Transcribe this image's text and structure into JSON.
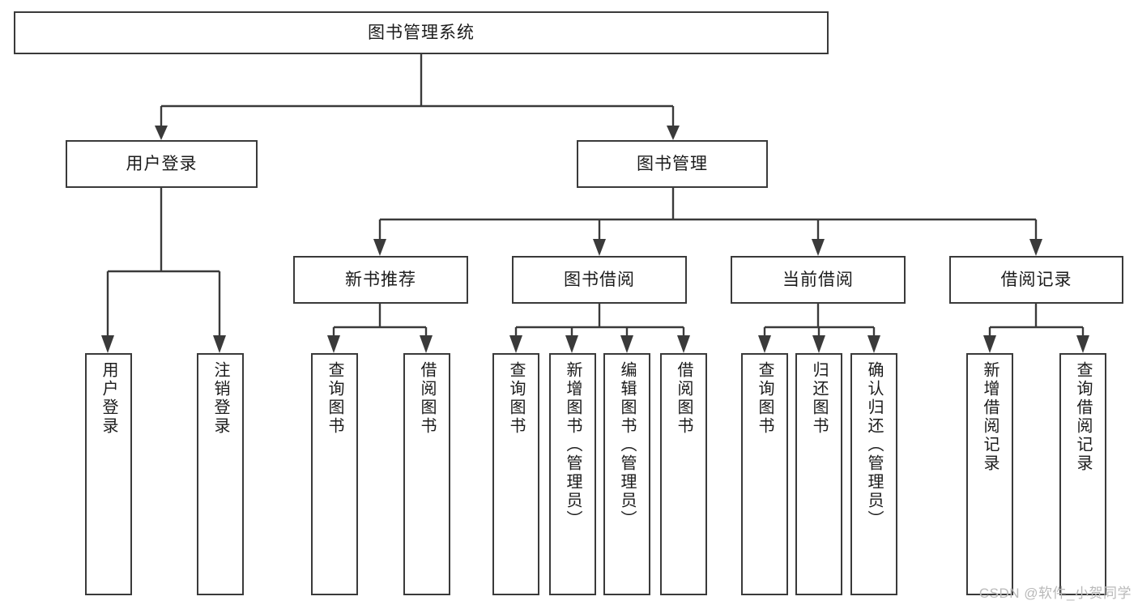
{
  "diagram": {
    "type": "tree-hierarchy",
    "title": "图书管理系统",
    "root": {
      "id": "root",
      "label": "图书管理系统"
    },
    "level1": [
      {
        "id": "user-login",
        "label": "用户登录"
      },
      {
        "id": "book-manage",
        "label": "图书管理"
      }
    ],
    "level2": [
      {
        "id": "new-book-recommend",
        "label": "新书推荐",
        "parent": "book-manage"
      },
      {
        "id": "book-borrow",
        "label": "图书借阅",
        "parent": "book-manage"
      },
      {
        "id": "current-borrow",
        "label": "当前借阅",
        "parent": "book-manage"
      },
      {
        "id": "borrow-record",
        "label": "借阅记录",
        "parent": "book-manage"
      }
    ],
    "leaves": [
      {
        "id": "leaf-user-login",
        "label": "用户登录",
        "parent": "user-login"
      },
      {
        "id": "leaf-logout-login",
        "label": "注销登录",
        "parent": "user-login"
      },
      {
        "id": "leaf-query-book-1",
        "label": "查询图书",
        "parent": "new-book-recommend"
      },
      {
        "id": "leaf-borrow-book-1",
        "label": "借阅图书",
        "parent": "new-book-recommend"
      },
      {
        "id": "leaf-query-book-2",
        "label": "查询图书",
        "parent": "book-borrow"
      },
      {
        "id": "leaf-add-book",
        "label": "新增图书（管理员）",
        "parent": "book-borrow"
      },
      {
        "id": "leaf-edit-book",
        "label": "编辑图书（管理员）",
        "parent": "book-borrow"
      },
      {
        "id": "leaf-borrow-book-2",
        "label": "借阅图书",
        "parent": "book-borrow"
      },
      {
        "id": "leaf-query-book-3",
        "label": "查询图书",
        "parent": "current-borrow"
      },
      {
        "id": "leaf-return-book",
        "label": "归还图书",
        "parent": "current-borrow"
      },
      {
        "id": "leaf-confirm-return",
        "label": "确认归还（管理员）",
        "parent": "current-borrow"
      },
      {
        "id": "leaf-add-record",
        "label": "新增借阅记录",
        "parent": "borrow-record"
      },
      {
        "id": "leaf-query-record",
        "label": "查询借阅记录",
        "parent": "borrow-record"
      }
    ]
  },
  "watermark": {
    "text": "CSDN @软件_小贺同学"
  },
  "colors": {
    "stroke": "#3a3a3a",
    "background": "#ffffff",
    "text": "#1b1b1b",
    "watermark": "#b9b9b9"
  }
}
